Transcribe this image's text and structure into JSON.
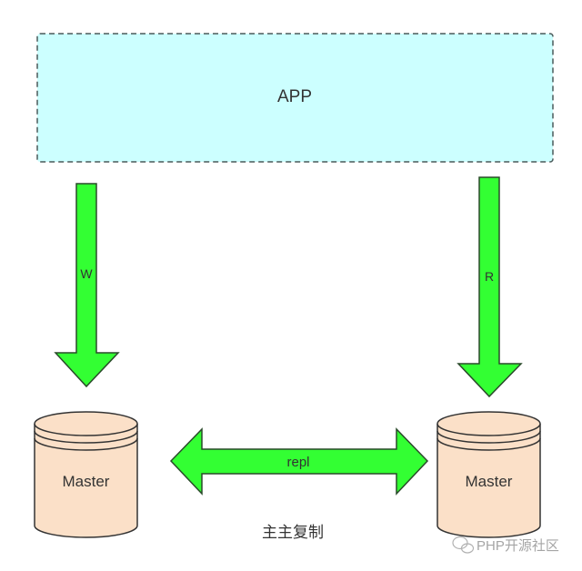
{
  "app_box": {
    "label": "APP"
  },
  "write_arrow": {
    "label": "W"
  },
  "read_arrow": {
    "label": "R"
  },
  "master_left": {
    "label": "Master"
  },
  "master_right": {
    "label": "Master"
  },
  "repl_arrow": {
    "label": "repl"
  },
  "caption": "主主复制",
  "watermark": "PHP开源社区",
  "colors": {
    "app_fill": "#ccffff",
    "arrow_fill": "#33ff33",
    "cylinder_fill": "#fbe0c8",
    "stroke": "#333333"
  }
}
